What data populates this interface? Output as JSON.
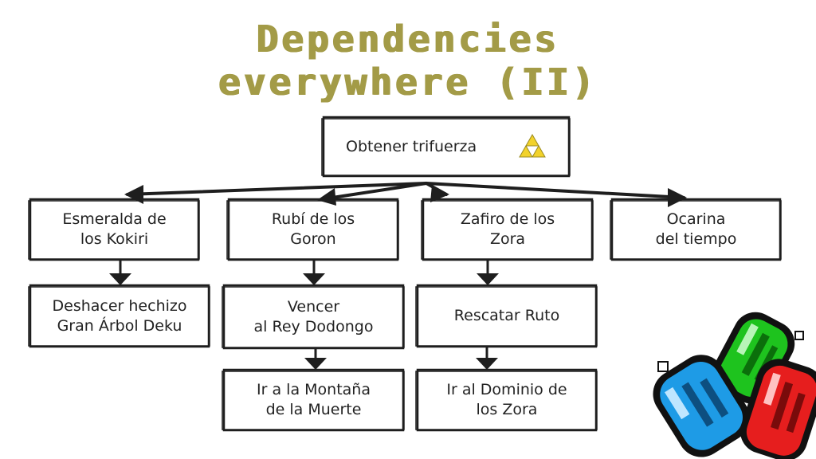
{
  "title": {
    "line1": "Dependencies",
    "line2": "everywhere (II)"
  },
  "colors": {
    "title": "#a39b47",
    "ink": "#1e1e1e",
    "triforce": "#f2d22a",
    "gem_green": "#1ec31e",
    "gem_blue": "#1e9be6",
    "gem_red": "#e61e1e"
  },
  "diagram": {
    "root": {
      "label": "Obtener trifuerza",
      "icon": "triforce-icon"
    },
    "columns": [
      {
        "items": [
          "Esmeralda de\nlos Kokiri",
          "Deshacer hechizo\nGran Árbol Deku"
        ]
      },
      {
        "items": [
          "Rubí de los\nGoron",
          "Vencer\nal Rey Dodongo",
          "Ir a la Montaña\nde la Muerte"
        ]
      },
      {
        "items": [
          "Zafiro de los\nZora",
          "Rescatar Ruto",
          "Ir al Dominio de\nlos Zora"
        ]
      },
      {
        "items": [
          "Ocarina\ndel tiempo"
        ]
      }
    ]
  },
  "decoration": {
    "icon": "spiritual-stones-icon"
  }
}
